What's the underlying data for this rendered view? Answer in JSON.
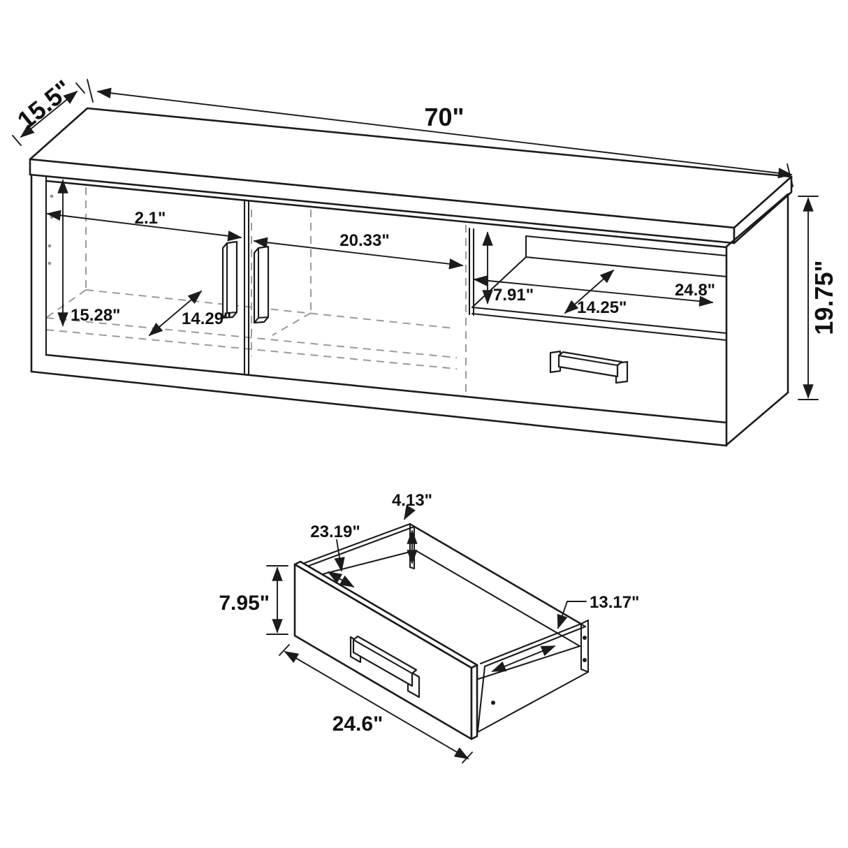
{
  "diagram": {
    "type": "furniture-dimension-drawing",
    "background": "#ffffff",
    "line_color": "#1b1b1b",
    "hidden_line_color": "#9a9a9a",
    "console": {
      "name": "tv-console-isometric-view",
      "dims": {
        "depth": "15.5\"",
        "width": "70\"",
        "left_opening_width": "2.1\"",
        "middle_opening_width": "20.33\"",
        "interior_height": "15.28\"",
        "interior_depth": "14.29\"",
        "shelf_height": "7.91\"",
        "shelf_depth": "14.25\"",
        "shelf_width": "24.8\"",
        "overall_height": "19.75\""
      }
    },
    "drawer": {
      "name": "drawer-detail-view",
      "dims": {
        "interior_height": "4.13\"",
        "interior_width": "23.19\"",
        "front_height": "7.95\"",
        "side_depth": "13.17\"",
        "front_width": "24.6\""
      }
    }
  }
}
